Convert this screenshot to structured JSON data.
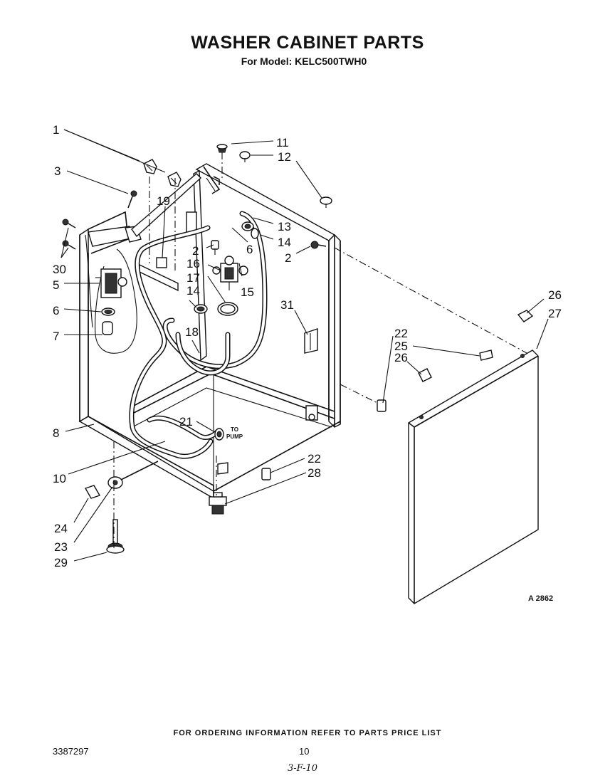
{
  "header": {
    "title": "WASHER CABINET PARTS",
    "subtitle": "For Model: KELC500TWH0"
  },
  "diagram": {
    "code": "A 2862",
    "callouts": [
      "1",
      "3",
      "11",
      "12",
      "19",
      "13",
      "14",
      "2",
      "6",
      "16",
      "17",
      "15",
      "30",
      "5",
      "6",
      "7",
      "14",
      "18",
      "31",
      "2",
      "26",
      "27",
      "22",
      "25",
      "26",
      "8",
      "21",
      "22",
      "28",
      "10",
      "24",
      "23",
      "29"
    ],
    "pump_note": [
      "TO",
      "PUMP"
    ]
  },
  "footer": {
    "note": "FOR ORDERING INFORMATION REFER TO PARTS PRICE LIST",
    "doc_number": "3387297",
    "page_number": "10",
    "handwritten": "3-F-10"
  }
}
